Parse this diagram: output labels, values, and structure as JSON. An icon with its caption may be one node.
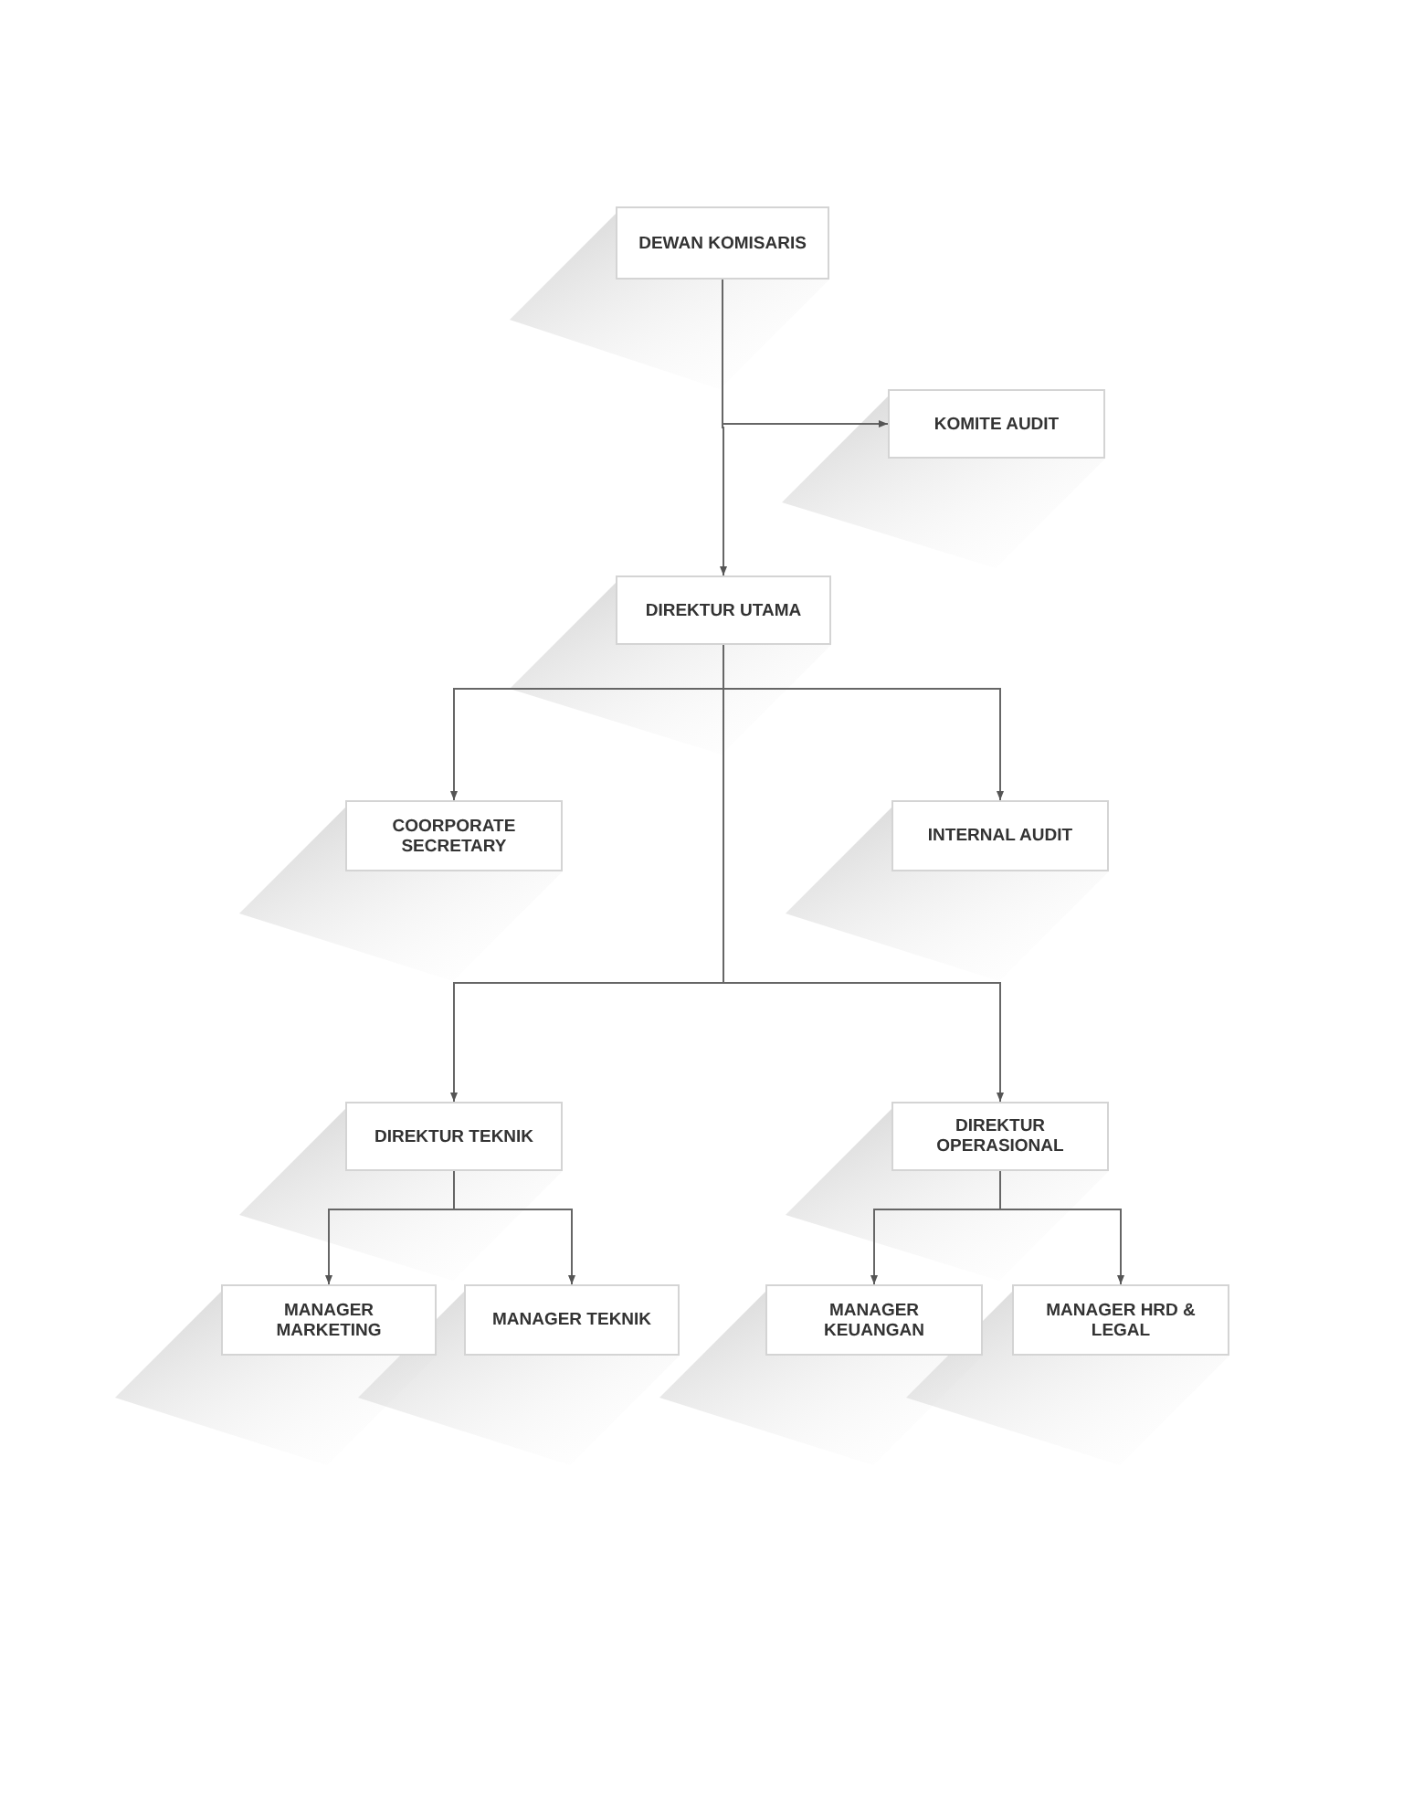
{
  "diagram": {
    "nodes": [
      {
        "text": [
          "DEWAN KOMISARIS"
        ]
      },
      {
        "text": [
          "KOMITE AUDIT"
        ]
      },
      {
        "text": [
          "DIREKTUR UTAMA"
        ]
      },
      {
        "text": [
          "COORPORATE SECRETARY"
        ]
      },
      {
        "text": [
          "INTERNAL AUDIT"
        ]
      },
      {
        "text": [
          "DIREKTUR TEKNIK"
        ]
      },
      {
        "text": [
          "DIREKTUR OPERASIONAL"
        ]
      },
      {
        "text": [
          "MANAGER MARKETING"
        ]
      },
      {
        "text": [
          "MANAGER TEKNIK"
        ]
      },
      {
        "text": [
          "MANAGER KEUANGAN"
        ]
      },
      {
        "text": [
          "MANAGER HRD & LEGAL"
        ]
      }
    ],
    "edges": [
      {
        "from": 0,
        "to": 1,
        "arrow": "to"
      },
      {
        "from": 0,
        "to": 2,
        "arrow": "to"
      },
      {
        "from": 2,
        "to": 3,
        "arrow": "to"
      },
      {
        "from": 2,
        "to": 4,
        "arrow": "to"
      },
      {
        "from": 2,
        "to": 5,
        "arrow": "to"
      },
      {
        "from": 2,
        "to": 6,
        "arrow": "to"
      },
      {
        "from": 5,
        "to": 7,
        "arrow": "to"
      },
      {
        "from": 5,
        "to": 8,
        "arrow": "to"
      },
      {
        "from": 6,
        "to": 9,
        "arrow": "to"
      },
      {
        "from": 6,
        "to": 10,
        "arrow": "to"
      }
    ]
  }
}
